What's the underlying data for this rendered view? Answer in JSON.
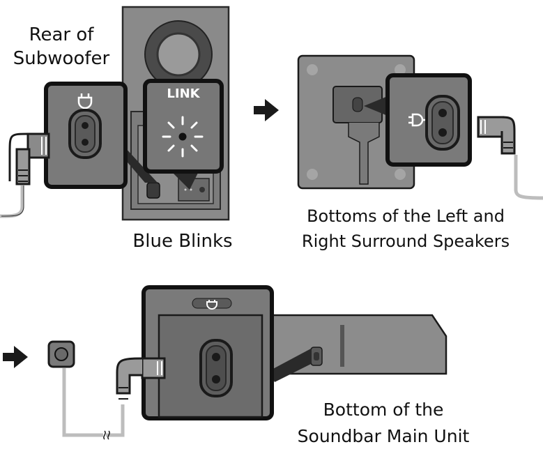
{
  "labels": {
    "rear_line1": "Rear of",
    "rear_line2": "Subwoofer",
    "link_badge": "LINK",
    "blue_blinks": "Blue Blinks",
    "surround_line1": "Bottoms of the Left and",
    "surround_line2": "Right Surround Speakers",
    "soundbar_line1": "Bottom of the",
    "soundbar_line2": "Soundbar Main Unit"
  },
  "icons": [
    "power-plug-icon",
    "power-socket-icon",
    "arrow-right-icon",
    "wall-outlet-icon",
    "power-cable-icon",
    "led-blink-icon"
  ]
}
